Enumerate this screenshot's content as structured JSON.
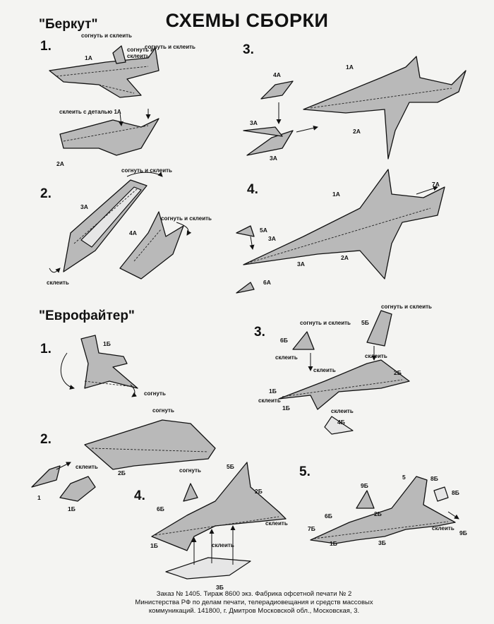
{
  "title": "СХЕМЫ СБОРКИ",
  "sections": {
    "berkut": "\"Беркут\"",
    "eurofighter": "\"Еврофайтер\""
  },
  "steps": {
    "s1": "1.",
    "s2": "2.",
    "s3": "3.",
    "s4": "4.",
    "s5": "5."
  },
  "instructions": {
    "fold_glue": "согнуть и склеить",
    "fold": "согнуть",
    "glue": "склеить",
    "glue_to_part_1a": "склеить с деталью 1А"
  },
  "parts": {
    "p1A": "1А",
    "p2A": "2А",
    "p3A": "3А",
    "p4A": "4А",
    "p5A": "5А",
    "p6A": "6А",
    "p7A": "7А",
    "p1B": "1Б",
    "p2B": "2Б",
    "p3B": "3Б",
    "p4B": "4Б",
    "p5B": "5Б",
    "p6B": "6Б",
    "p7B": "7Б",
    "p8B": "8Б",
    "p9B": "9Б",
    "p1": "1",
    "p5": "5"
  },
  "footer": {
    "line1": "Заказ № 1405. Тираж 8600 экз. Фабрика офсетной печати № 2",
    "line2": "Министерства РФ по делам печати, телерадиовещания и средств массовых",
    "line3": "коммуникаций. 141800, г. Дмитров Московской обл., Московская, 3."
  }
}
